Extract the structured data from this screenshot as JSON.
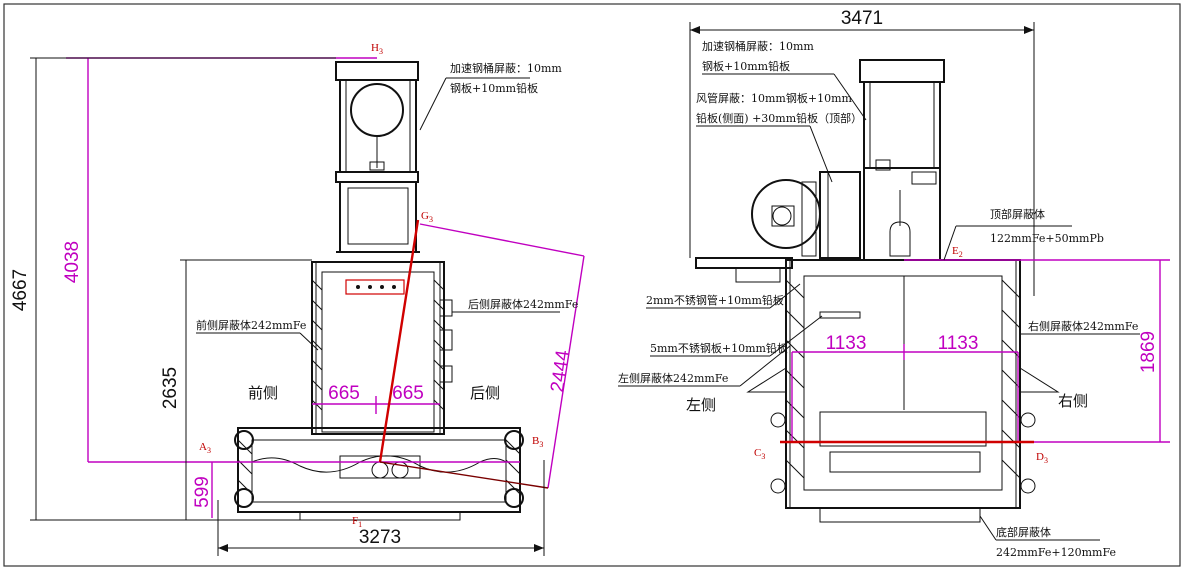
{
  "left_view": {
    "dims": {
      "total_height": "4667",
      "inner_height": "4038",
      "body_height": "2635",
      "base_height": "599",
      "width": "3273",
      "diag": "2444",
      "half_left": "665",
      "half_right": "665"
    },
    "points": {
      "h": "H",
      "h_sub": "3",
      "g": "G",
      "g_sub": "3",
      "a": "A",
      "a_sub": "3",
      "b": "B",
      "b_sub": "3",
      "f": "F",
      "f_sub": "1"
    },
    "labels": {
      "accel_shield_1": "加速钢桶屏蔽：10mm",
      "accel_shield_2": "钢板+10mm铅板",
      "front_shield": "前侧屏蔽体242mmFe",
      "rear_shield": "后侧屏蔽体242mmFe",
      "front_side": "前侧",
      "rear_side": "后侧"
    }
  },
  "right_view": {
    "dims": {
      "width": "3471",
      "height": "1869",
      "half_left": "1133",
      "half_right": "1133"
    },
    "points": {
      "e": "E",
      "e_sub": "2",
      "c": "C",
      "c_sub": "3",
      "d": "D",
      "d_sub": "3"
    },
    "labels": {
      "accel_shield_1": "加速钢桶屏蔽：10mm",
      "accel_shield_2": "钢板+10mm铅板",
      "duct_shield_1": "风管屏蔽：10mm钢板+10mm",
      "duct_shield_2": "铅板(侧面) +30mm铅板（顶部）",
      "top_shield_1": "顶部屏蔽体",
      "top_shield_2": "122mmFe+50mmPb",
      "steel_pipe": "2mm不锈钢管+10mm铅板",
      "steel_plate": "5mm不锈钢板+10mm铅板",
      "left_shield": "左侧屏蔽体242mmFe",
      "right_shield": "右侧屏蔽体242mmFe",
      "bottom_shield_1": "底部屏蔽体",
      "bottom_shield_2": "242mmFe+120mmFe",
      "left_side": "左侧",
      "right_side": "右侧"
    }
  }
}
